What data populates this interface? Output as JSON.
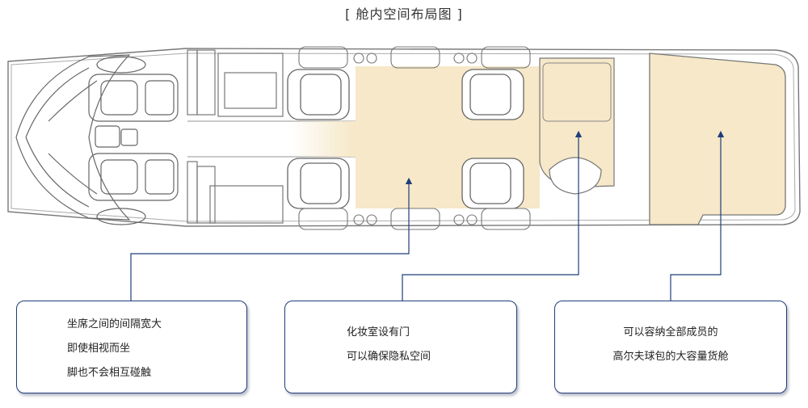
{
  "title": "[ 舱内空间布局图 ]",
  "callouts": [
    {
      "id": "seating",
      "lines": [
        "坐席之间的间隔宽大",
        "即使相视而坐",
        "脚也不会相互碰触"
      ]
    },
    {
      "id": "lavatory",
      "lines": [
        "化妆室设有门",
        "可以确保隐私空间"
      ]
    },
    {
      "id": "baggage",
      "lines": [
        "可以容纳全部成员的",
        "高尔夫球包的大容量货舱"
      ]
    }
  ],
  "colors": {
    "accent": "#1f3d7a",
    "highlight": "#f6e8c8",
    "outline": "#666666"
  }
}
